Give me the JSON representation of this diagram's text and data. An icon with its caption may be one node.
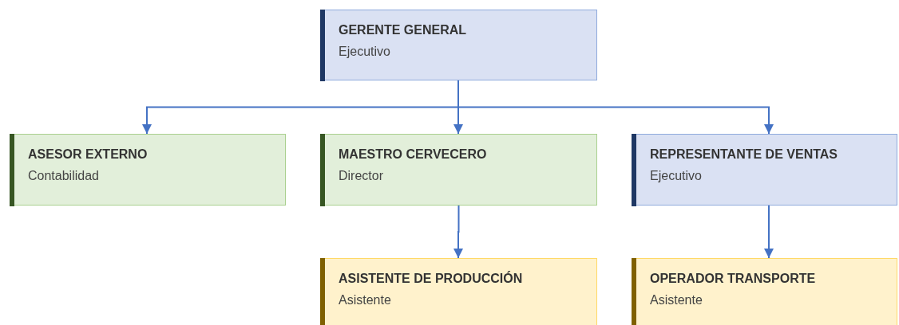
{
  "diagram": {
    "nodes": [
      {
        "text": [
          "GERENTE GENERAL",
          "Ejecutivo"
        ]
      },
      {
        "text": [
          "ASESOR EXTERNO",
          "Contabilidad"
        ]
      },
      {
        "text": [
          "MAESTRO CERVECERO",
          "Director"
        ]
      },
      {
        "text": [
          "REPRESENTANTE DE VENTAS",
          "Ejecutivo"
        ]
      },
      {
        "text": [
          "ASISTENTE DE PRODUCCIÓN",
          "Asistente"
        ]
      },
      {
        "text": [
          "OPERADOR TRANSPORTE",
          "Asistente"
        ]
      }
    ],
    "edges": [
      {
        "from": 0,
        "to": 1,
        "arrow": "to"
      },
      {
        "from": 0,
        "to": 2,
        "arrow": "to"
      },
      {
        "from": 0,
        "to": 3,
        "arrow": "to"
      },
      {
        "from": 2,
        "to": 4,
        "arrow": "to"
      },
      {
        "from": 3,
        "to": 5,
        "arrow": "to"
      }
    ]
  }
}
